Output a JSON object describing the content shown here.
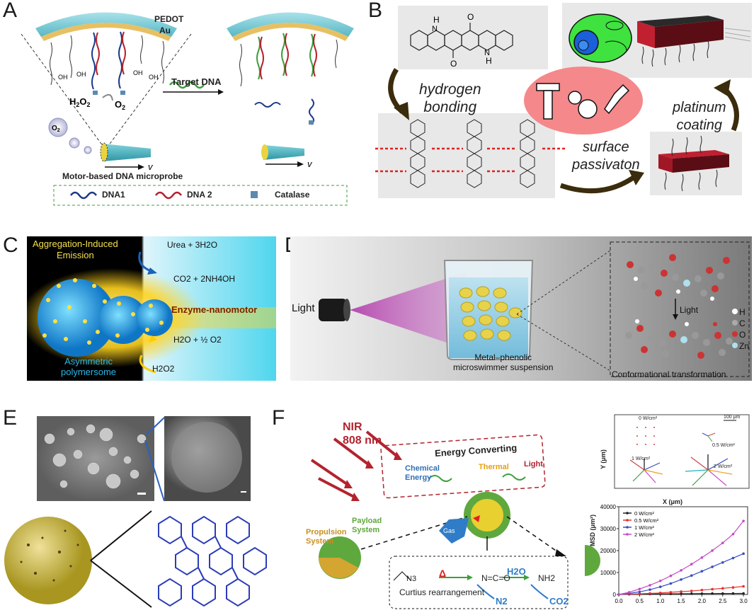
{
  "panels": {
    "A": {
      "letter": "A",
      "label_pedot": "PEDOT",
      "label_au": "Au",
      "target_dna": "Target DNA",
      "h2o2": "H2O2",
      "o2": "O2",
      "o2_bubble": "O2",
      "caption": "Motor-based DNA microprobe",
      "velocity": "v",
      "legend": [
        "DNA1",
        "DNA 2",
        "Catalase"
      ]
    },
    "B": {
      "letter": "B",
      "hydrogen_bonding": [
        "hydrogen",
        "bonding"
      ],
      "surface_passivation": [
        "surface",
        "passivaton"
      ],
      "platinum_coating": [
        "platinum",
        "coating"
      ]
    },
    "C": {
      "letter": "C",
      "aie": [
        "Aggregation-Induced",
        "Emission"
      ],
      "urea": "Urea + 3H2O",
      "co2": "CO2 + 2NH4OH",
      "enzyme": "Enzyme-nanomotor",
      "water": "H2O + ½ O2",
      "h2o2": "H2O2",
      "polymersome": [
        "Asymmetric",
        "polymersome"
      ],
      "colors": {
        "aie": "#f4e04d",
        "enzyme": "#ffd21f",
        "polymersome": "#27b9e6"
      }
    },
    "D": {
      "letter": "D",
      "light": "Light",
      "suspension": [
        "Metal–phenolic",
        "microswimmer suspension"
      ],
      "light_arrow": "Light",
      "legend": [
        "H",
        "C",
        "O",
        "Zn"
      ],
      "caption": "Conformational transformation"
    },
    "E": {
      "letter": "E"
    },
    "F": {
      "letter": "F",
      "nir": [
        "NIR",
        "808 nm"
      ],
      "energy_converting": "Energy Converting",
      "chemical": [
        "Chemical",
        "Energy"
      ],
      "thermal": "Thermal",
      "light": "Light",
      "payload": [
        "Payload",
        "System"
      ],
      "propulsion": [
        "Propulsion",
        "System"
      ],
      "gas": "Gas",
      "delta": "Δ",
      "h2o": "H2O",
      "curtius": "Curtius rearrangement",
      "n2": "N2",
      "co2": "CO2",
      "n3": "N3",
      "nco": "N=C=O",
      "nh2": "NH2",
      "track_labels": [
        "0 W/cm²",
        "0.5 W/cm²",
        "1 W/cm²",
        "2 W/cm²"
      ],
      "scale_bar": "100 μm",
      "track_xlabel": "X (μm)",
      "track_ylabel": "Y (μm)"
    }
  },
  "chart_data": {
    "type": "line",
    "x": [
      0.0,
      0.25,
      0.5,
      0.75,
      1.0,
      1.25,
      1.5,
      1.75,
      2.0,
      2.25,
      2.5,
      2.75,
      3.0
    ],
    "series": [
      {
        "name": "0 W/cm²",
        "color": "#222222",
        "values": [
          0,
          100,
          150,
          200,
          250,
          300,
          350,
          380,
          400,
          420,
          440,
          460,
          480
        ]
      },
      {
        "name": "0.5 W/cm²",
        "color": "#e8302c",
        "values": [
          0,
          150,
          300,
          500,
          700,
          1000,
          1300,
          1600,
          2000,
          2400,
          2800,
          3200,
          3700
        ]
      },
      {
        "name": "1 W/cm²",
        "color": "#3b4cc0",
        "values": [
          0,
          500,
          1200,
          2200,
          3500,
          5000,
          6800,
          8600,
          10600,
          12600,
          14600,
          16600,
          18600
        ]
      },
      {
        "name": "2 W/cm²",
        "color": "#c44bc4",
        "values": [
          0,
          1000,
          2500,
          4200,
          6200,
          8500,
          11000,
          13800,
          16800,
          20000,
          23500,
          27500,
          33500
        ]
      }
    ],
    "xticks": [
      "0.0",
      "0.5",
      "1.0",
      "1.5",
      "2.0",
      "2.5",
      "3.0"
    ],
    "yticks": [
      "0",
      "10000",
      "20000",
      "30000",
      "40000"
    ],
    "ylabel": "MSD (μm²)",
    "xlim": [
      0,
      3.1
    ],
    "ylim": [
      0,
      40000
    ]
  }
}
